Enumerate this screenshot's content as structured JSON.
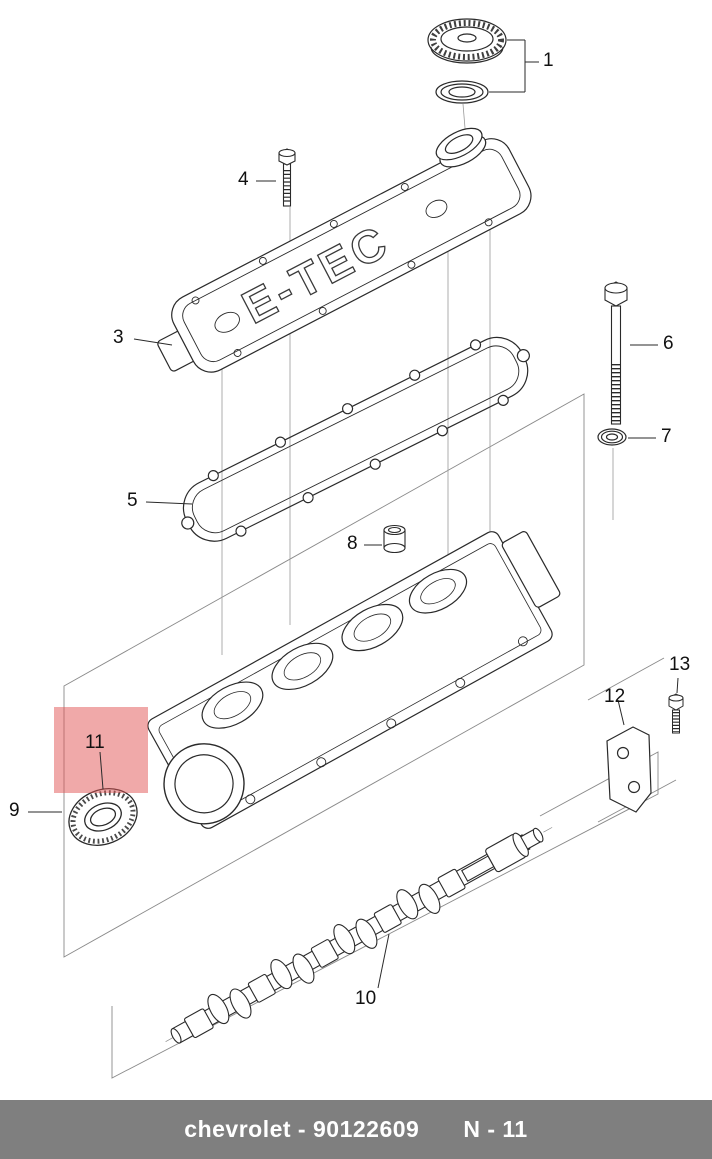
{
  "cover_text": "E-TEC",
  "callouts": {
    "c1": "1",
    "c3": "3",
    "c4": "4",
    "c5": "5",
    "c6": "6",
    "c7": "7",
    "c8": "8",
    "c9": "9",
    "c10": "10",
    "c11": "11",
    "c12": "12",
    "c13": "13"
  },
  "footer": {
    "left_text": "chevrolet - 90122609",
    "right_text": "N - 11"
  },
  "colors": {
    "highlight": "#e25454",
    "footer_bg": "#7f7f7f",
    "line": "#2a2a2a"
  }
}
